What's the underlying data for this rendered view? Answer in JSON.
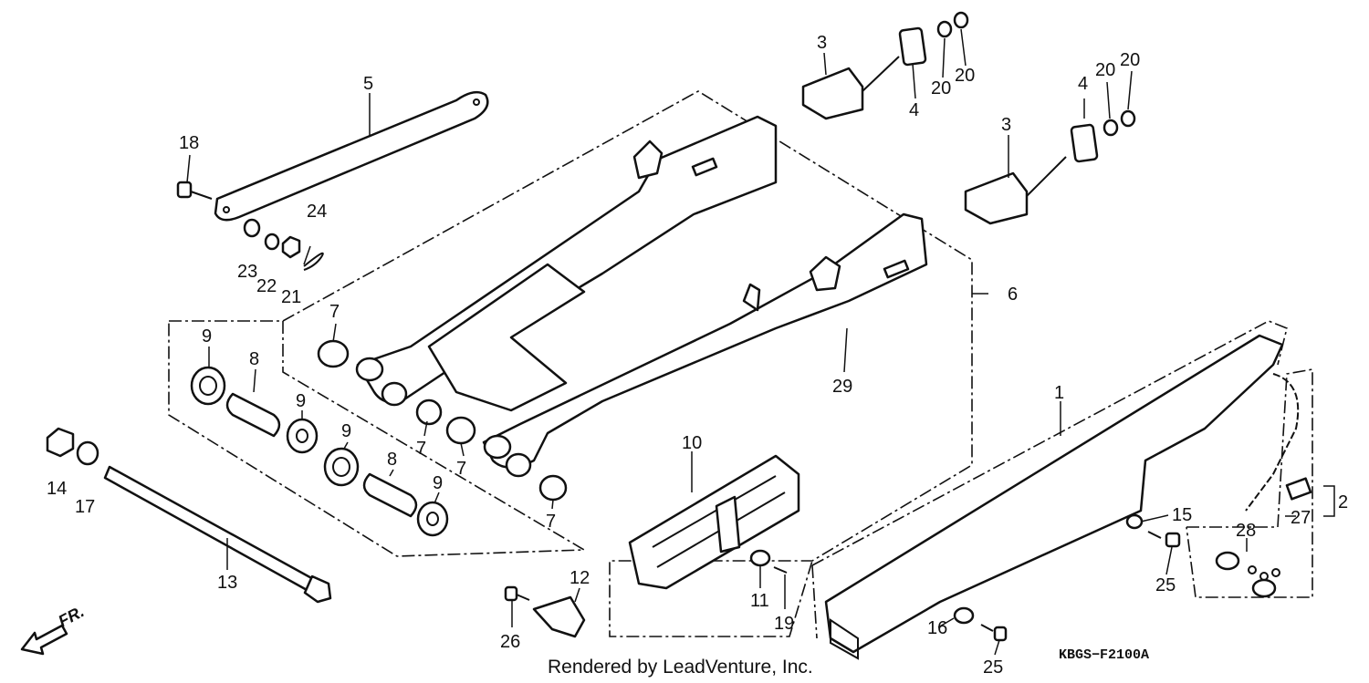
{
  "callouts": [
    {
      "id": "c1",
      "text": "1"
    },
    {
      "id": "c2",
      "text": "2"
    },
    {
      "id": "c3a",
      "text": "3"
    },
    {
      "id": "c3b",
      "text": "3"
    },
    {
      "id": "c4a",
      "text": "4"
    },
    {
      "id": "c4b",
      "text": "4"
    },
    {
      "id": "c5",
      "text": "5"
    },
    {
      "id": "c6",
      "text": "6"
    },
    {
      "id": "c7a",
      "text": "7"
    },
    {
      "id": "c7b",
      "text": "7"
    },
    {
      "id": "c7c",
      "text": "7"
    },
    {
      "id": "c7d",
      "text": "7"
    },
    {
      "id": "c8a",
      "text": "8"
    },
    {
      "id": "c8b",
      "text": "8"
    },
    {
      "id": "c9a",
      "text": "9"
    },
    {
      "id": "c9b",
      "text": "9"
    },
    {
      "id": "c9c",
      "text": "9"
    },
    {
      "id": "c9d",
      "text": "9"
    },
    {
      "id": "c10",
      "text": "10"
    },
    {
      "id": "c11",
      "text": "11"
    },
    {
      "id": "c12",
      "text": "12"
    },
    {
      "id": "c13",
      "text": "13"
    },
    {
      "id": "c14",
      "text": "14"
    },
    {
      "id": "c15",
      "text": "15"
    },
    {
      "id": "c16",
      "text": "16"
    },
    {
      "id": "c17",
      "text": "17"
    },
    {
      "id": "c18",
      "text": "18"
    },
    {
      "id": "c19",
      "text": "19"
    },
    {
      "id": "c20a",
      "text": "20"
    },
    {
      "id": "c20b",
      "text": "20"
    },
    {
      "id": "c20c",
      "text": "20"
    },
    {
      "id": "c20d",
      "text": "20"
    },
    {
      "id": "c21",
      "text": "21"
    },
    {
      "id": "c22",
      "text": "22"
    },
    {
      "id": "c23",
      "text": "23"
    },
    {
      "id": "c24",
      "text": "24"
    },
    {
      "id": "c25a",
      "text": "25"
    },
    {
      "id": "c25b",
      "text": "25"
    },
    {
      "id": "c26",
      "text": "26"
    },
    {
      "id": "c27",
      "text": "27"
    },
    {
      "id": "c28",
      "text": "28"
    },
    {
      "id": "c29",
      "text": "29"
    }
  ],
  "drawing_code": "KBGS−F2100A",
  "credit": "Rendered by LeadVenture, Inc.",
  "direction_label": "FR."
}
